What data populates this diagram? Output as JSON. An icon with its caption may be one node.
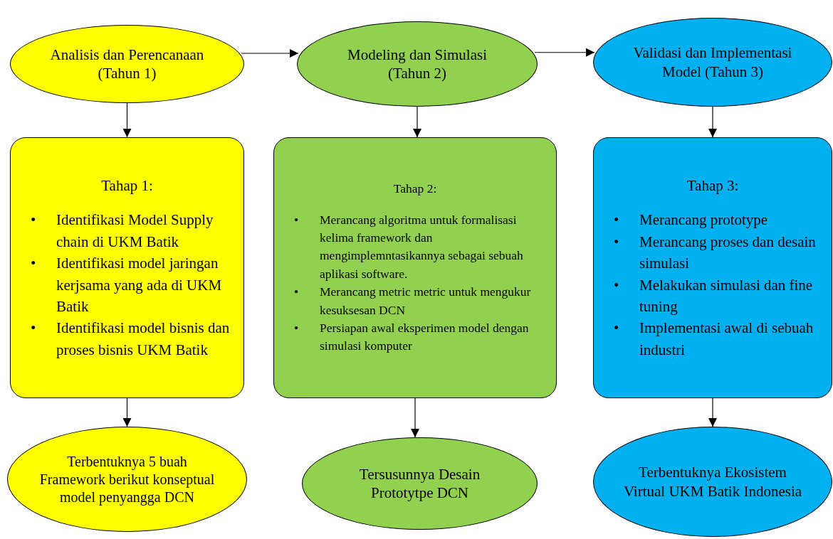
{
  "diagram": {
    "nodes": [
      {
        "text": [
          "Analisis dan Perencanaan (Tahun 1)"
        ]
      },
      {
        "text": [
          "Modeling dan Simulasi (Tahun 2)"
        ]
      },
      {
        "text": [
          "Validasi dan Implementasi Model (Tahun 3)"
        ]
      },
      {
        "text": [
          "Tahap 1:",
          "Identifikasi Model Supply chain di UKM Batik",
          "Identifikasi model jaringan kerjsama yang ada di UKM Batik",
          "Identifikasi model bisnis dan proses bisnis UKM Batik"
        ]
      },
      {
        "text": [
          "Tahap 2:",
          "Merancang algoritma untuk formalisasi kelima framework dan mengimplemntasikannya sebagai sebuah aplikasi software.",
          "Merancang metric metric untuk mengukur kesuksesan DCN",
          "Persiapan awal eksperimen model dengan simulasi komputer"
        ]
      },
      {
        "text": [
          "Tahap 3:",
          "Merancang prototype",
          "Merancang proses dan desain simulasi",
          "Melakukan simulasi dan fine tuning",
          "Implementasi awal di sebuah industri"
        ]
      },
      {
        "text": [
          "Terbentuknya 5 buah Framework berikut konseptual model penyangga DCN"
        ]
      },
      {
        "text": [
          "Tersusunnya Desain Prototytpe DCN"
        ]
      },
      {
        "text": [
          "Terbentuknya Ekosistem Virtual UKM Batik Indonesia"
        ]
      }
    ],
    "edges": [
      {
        "from": 0,
        "to": 1,
        "arrow": "to"
      },
      {
        "from": 1,
        "to": 2,
        "arrow": "to"
      },
      {
        "from": 0,
        "to": 3,
        "arrow": "to"
      },
      {
        "from": 1,
        "to": 4,
        "arrow": "to"
      },
      {
        "from": 2,
        "to": 5,
        "arrow": "to"
      },
      {
        "from": 3,
        "to": 6,
        "arrow": "to"
      },
      {
        "from": 4,
        "to": 7,
        "arrow": "to"
      },
      {
        "from": 5,
        "to": 8,
        "arrow": "to"
      }
    ],
    "labels": [
      "•",
      "•",
      "•",
      "•",
      "•",
      "•",
      "•",
      "•",
      "•",
      "•"
    ]
  }
}
